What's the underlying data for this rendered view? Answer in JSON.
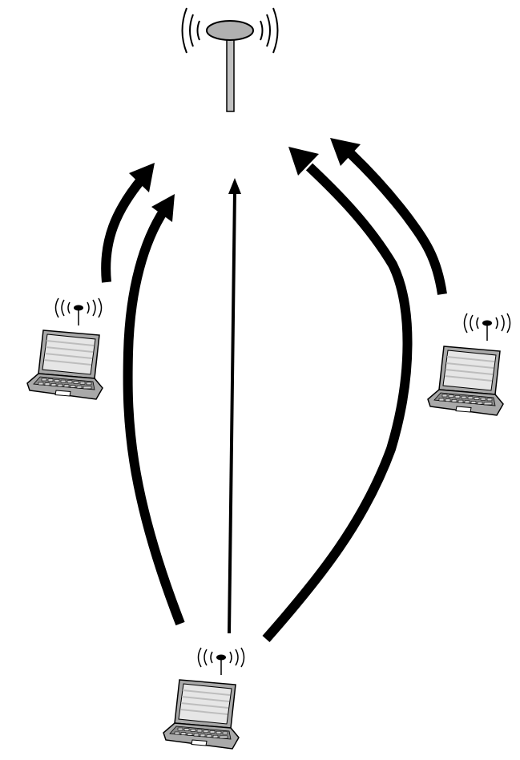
{
  "diagram": {
    "colors": {
      "background": "#ffffff",
      "arrow": "#000000",
      "antenna_head": "#b0b0b0",
      "antenna_mast": "#c0c0c0",
      "laptop_body": "#a9a9a9",
      "laptop_screen": "#e6e6e6",
      "outline": "#000000"
    },
    "nodes": [
      {
        "id": "access-point",
        "icon": "antenna-icon"
      },
      {
        "id": "laptop-left",
        "icon": "laptop-icon"
      },
      {
        "id": "laptop-right",
        "icon": "laptop-icon"
      },
      {
        "id": "laptop-bottom",
        "icon": "laptop-icon"
      }
    ],
    "links": [
      {
        "from": "laptop-left",
        "to": "access-point"
      },
      {
        "from": "laptop-bottom",
        "to": "access-point",
        "route": "left"
      },
      {
        "from": "laptop-bottom",
        "to": "access-point",
        "route": "direct"
      },
      {
        "from": "laptop-bottom",
        "to": "access-point",
        "route": "right"
      },
      {
        "from": "laptop-right",
        "to": "access-point"
      }
    ]
  }
}
